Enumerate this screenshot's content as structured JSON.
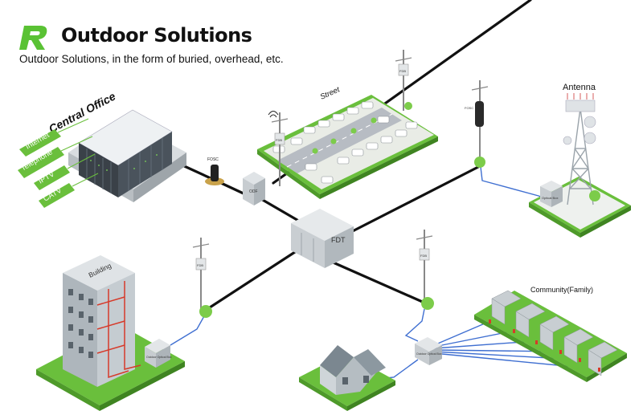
{
  "header": {
    "title": "Outdoor Solutions",
    "subtitle": "Outdoor Solutions, in the form of buried, overhead, etc."
  },
  "colors": {
    "backbone": "#111111",
    "drop_fiber": "#3f6fd1",
    "green": "#6abf3c",
    "building_red": "#d63a2a"
  },
  "nodes": {
    "central_office": {
      "label": "Central Office",
      "services": [
        "Internet",
        "Telephone",
        "IPTV",
        "CATV"
      ]
    },
    "street": {
      "label": "Street"
    },
    "antenna": {
      "label": "Antenna"
    },
    "fdt": {
      "label": "FDT"
    },
    "building": {
      "label": "Building"
    },
    "community": {
      "label": "Community(Family)"
    },
    "odf": {
      "label": "ODF"
    },
    "fosc_left": {
      "label": "FOSC"
    },
    "fosc_right": {
      "label": "FOSC"
    },
    "fdb_street": {
      "label": "FDB"
    },
    "fdb_top": {
      "label": "FDB"
    },
    "fdb_building": {
      "label": "FDB"
    },
    "fdb_house": {
      "label": "FDB"
    },
    "outdoor_box_building": {
      "label": "Outdoor Optical Box"
    },
    "outdoor_box_community": {
      "label": "Outdoor Optical Box"
    },
    "antenna_box": {
      "label": "Optical Box"
    }
  }
}
